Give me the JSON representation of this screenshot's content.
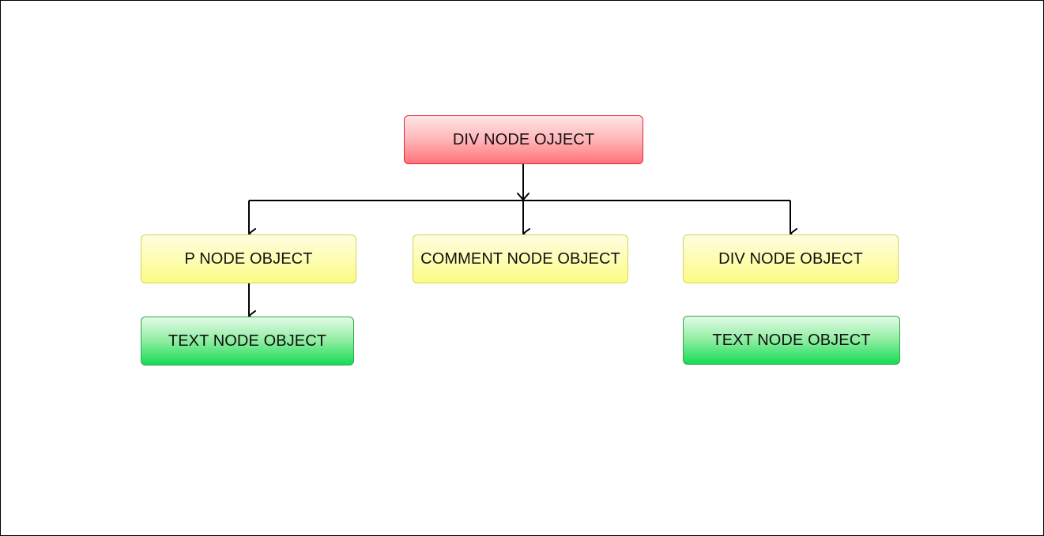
{
  "diagram": {
    "root": {
      "label": "DIV NODE OJJECT",
      "color": "#ff7379"
    },
    "children": [
      {
        "label": "P NODE OBJECT",
        "color": "#fbfb86"
      },
      {
        "label": "COMMENT NODE OBJECT",
        "color": "#fbfb86"
      },
      {
        "label": "DIV NODE OBJECT",
        "color": "#fbfb86"
      }
    ],
    "leaves": [
      {
        "label": "TEXT NODE OBJECT",
        "parent": "P NODE OBJECT",
        "color": "#17db56"
      },
      {
        "label": "TEXT NODE OBJECT",
        "parent": "DIV NODE OBJECT",
        "connected": false,
        "color": "#17db56"
      }
    ],
    "edges": [
      {
        "from": "DIV NODE OJJECT",
        "to": "P NODE OBJECT"
      },
      {
        "from": "DIV NODE OJJECT",
        "to": "COMMENT NODE OBJECT"
      },
      {
        "from": "DIV NODE OJJECT",
        "to": "DIV NODE OBJECT"
      },
      {
        "from": "P NODE OBJECT",
        "to": "TEXT NODE OBJECT"
      }
    ]
  }
}
